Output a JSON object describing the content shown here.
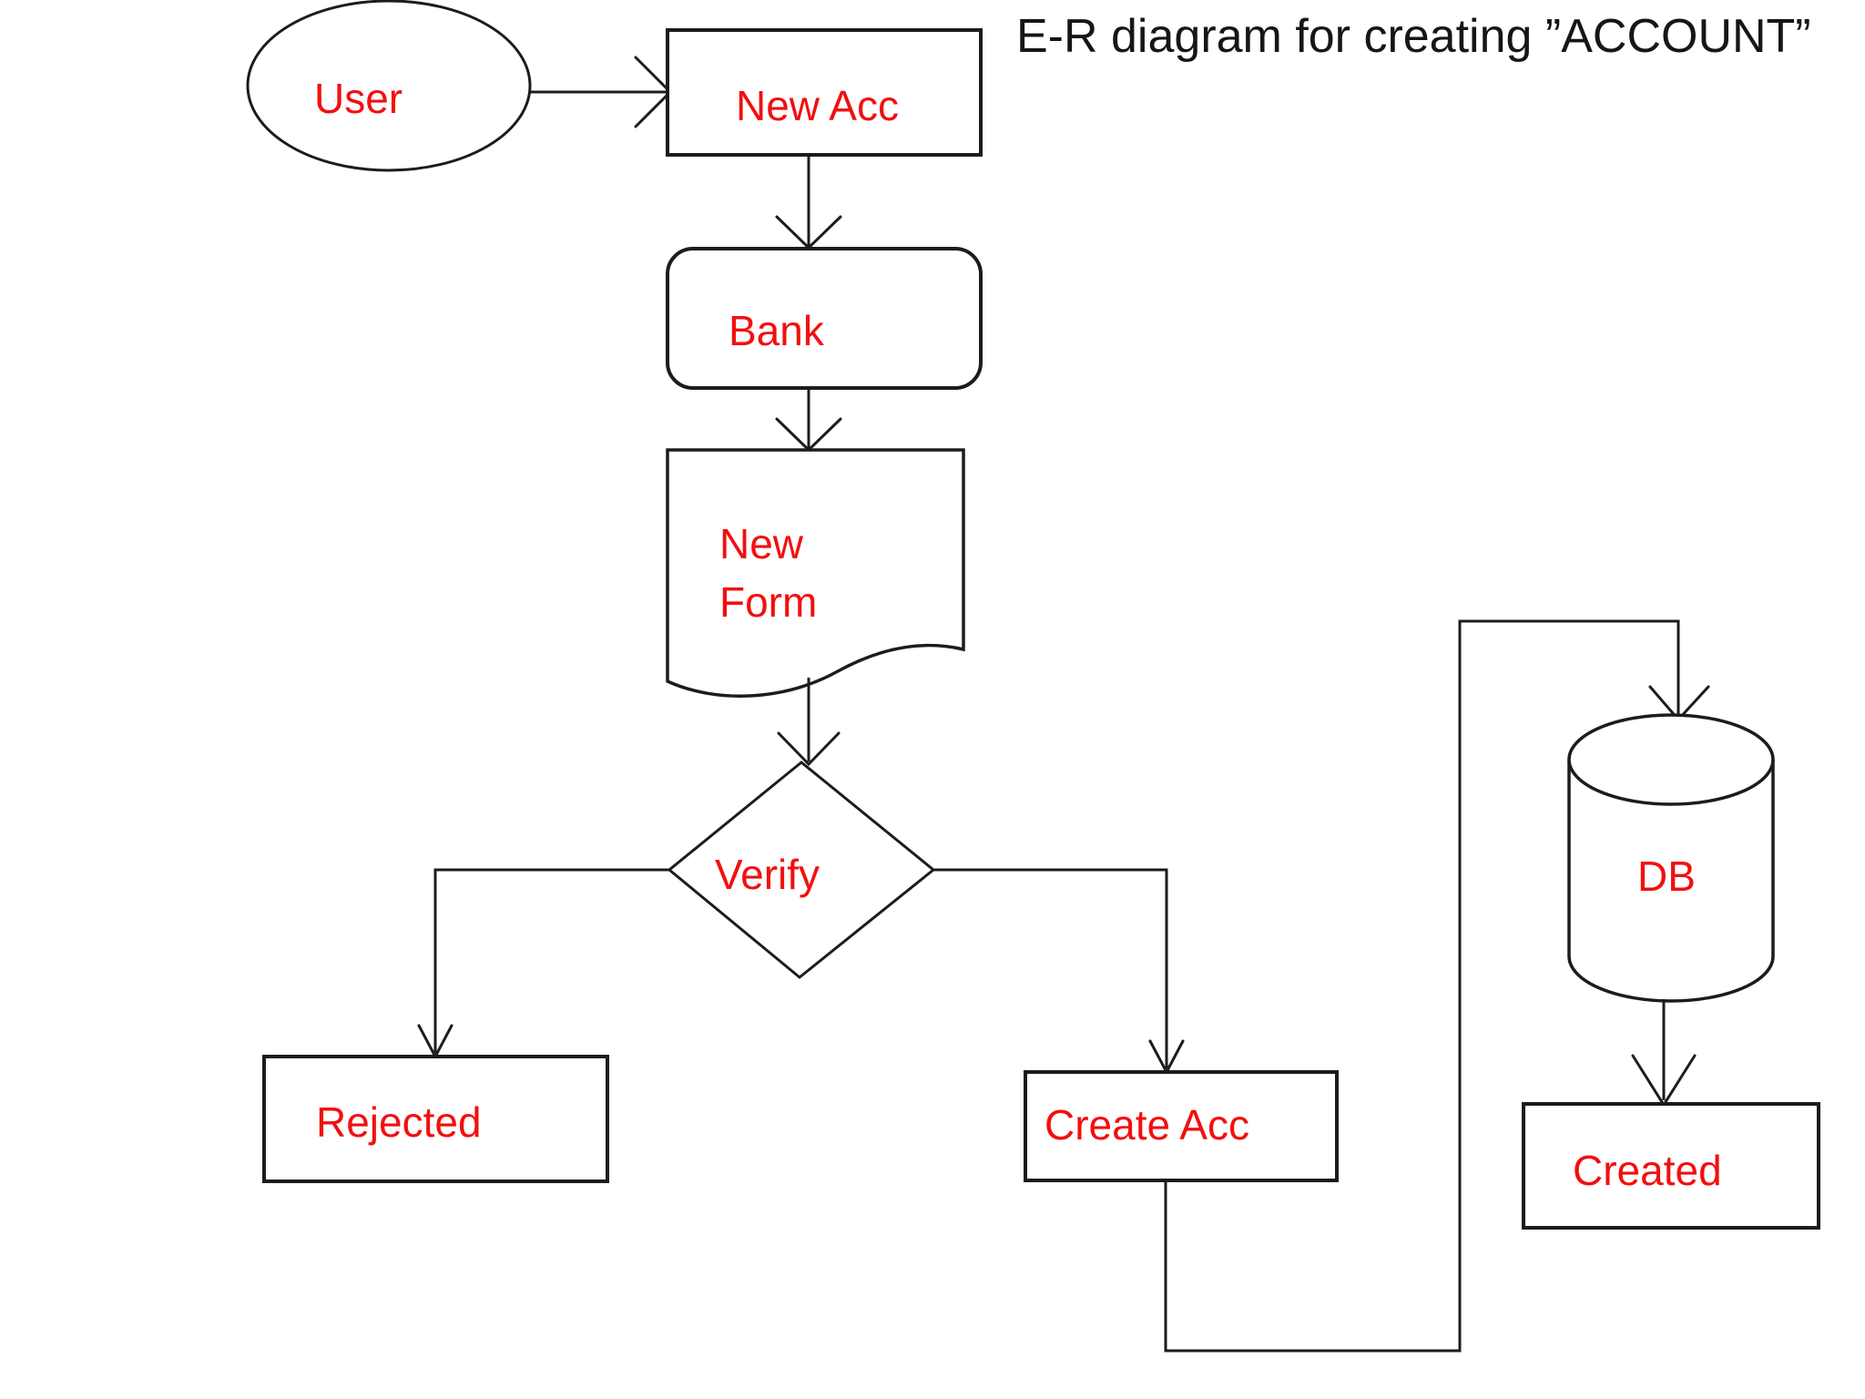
{
  "title": "E-R diagram for creating ”ACCOUNT”",
  "colors": {
    "label_text": "#f20f0f",
    "title_text": "#161616",
    "line": "#1c1c1c",
    "background": "#ffffff"
  },
  "nodes": {
    "user": {
      "label": "User",
      "shape": "ellipse"
    },
    "new_acc": {
      "label": "New Acc",
      "shape": "rectangle"
    },
    "bank": {
      "label": "Bank",
      "shape": "rounded-rectangle"
    },
    "new_form": {
      "label": "New Form",
      "line1": "New",
      "line2": "Form",
      "shape": "document"
    },
    "verify": {
      "label": "Verify",
      "shape": "diamond"
    },
    "rejected": {
      "label": "Rejected",
      "shape": "rectangle"
    },
    "create_acc": {
      "label": "Create Acc",
      "shape": "rectangle"
    },
    "db": {
      "label": "DB",
      "shape": "cylinder"
    },
    "created": {
      "label": "Created",
      "shape": "rectangle"
    }
  },
  "edges": [
    {
      "from": "User",
      "to": "New Acc"
    },
    {
      "from": "New Acc",
      "to": "Bank"
    },
    {
      "from": "Bank",
      "to": "New Form"
    },
    {
      "from": "New Form",
      "to": "Verify"
    },
    {
      "from": "Verify",
      "to": "Rejected"
    },
    {
      "from": "Verify",
      "to": "Create Acc"
    },
    {
      "from": "Create Acc",
      "to": "DB"
    },
    {
      "from": "DB",
      "to": "Created"
    }
  ]
}
